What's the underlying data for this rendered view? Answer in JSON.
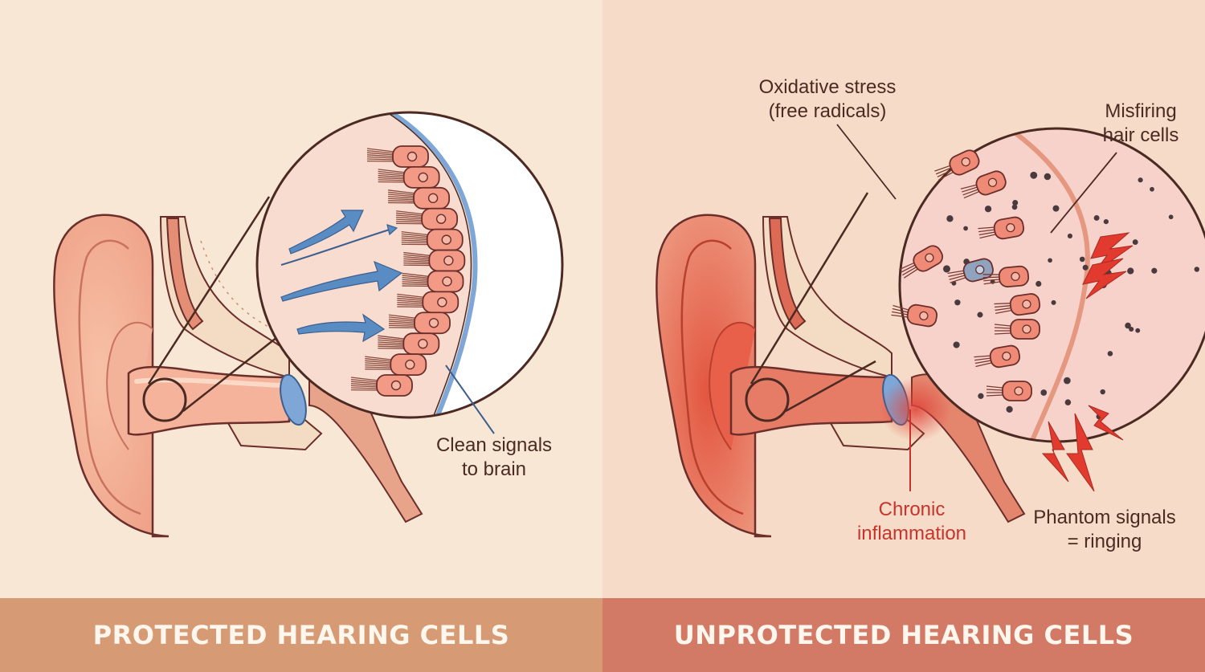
{
  "left_panel": {
    "title": "PROTECTED HEARING CELLS",
    "callouts": {
      "signals": {
        "line1": "Clean signals",
        "line2": "to brain"
      }
    }
  },
  "right_panel": {
    "title": "UNPROTECTED HEARING CELLS",
    "callouts": {
      "oxidative": {
        "line1": "Oxidative stress",
        "line2": "(free radicals)"
      },
      "misfiring": {
        "line1": "Misfiring",
        "line2": "hair cells"
      },
      "inflammation": {
        "line1": "Chronic",
        "line2": "inflammation"
      },
      "phantom": {
        "line1": "Phantom signals",
        "line2": "= ringing"
      }
    }
  },
  "colors": {
    "left_bg": "#f8e7d4",
    "right_bg": "#f6dcc8",
    "left_banner": "#d69b74",
    "right_banner": "#d27a66",
    "outline": "#6b2e2a",
    "arrow_blue": "#5a8cc4",
    "membrane_blue": "#7ea6d6",
    "inflammation_red": "#e0453a",
    "lightning_red": "#e23a2e"
  }
}
